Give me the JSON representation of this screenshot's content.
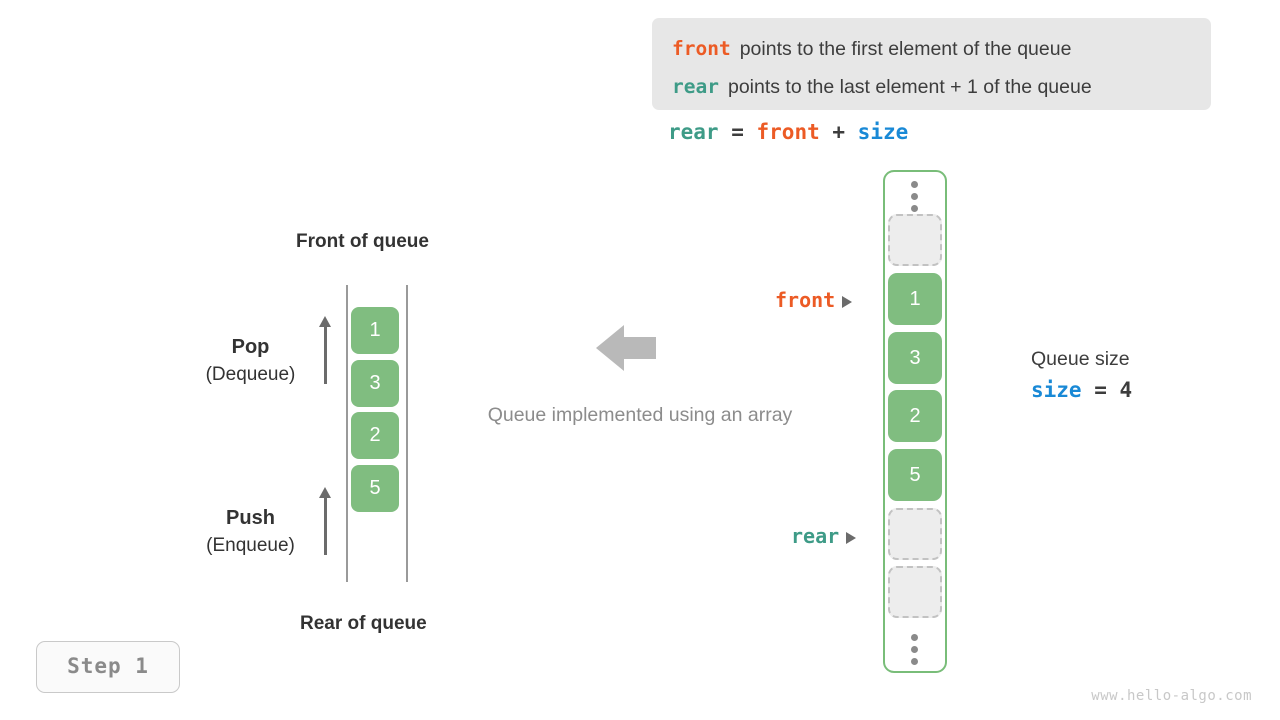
{
  "legend": {
    "lines": [
      {
        "keyword": "front",
        "text": "points to the first element of the queue"
      },
      {
        "keyword": "rear",
        "text": "points to the last element + 1 of the queue"
      }
    ]
  },
  "formula": {
    "rear": "rear",
    "equals": " = ",
    "front": "front",
    "plus": " + ",
    "size": "size"
  },
  "left_queue": {
    "top_label": "Front of queue",
    "bottom_label": "Rear of queue",
    "cells": [
      "1",
      "3",
      "2",
      "5"
    ],
    "pop": {
      "title": "Pop",
      "subtitle": "(Dequeue)"
    },
    "push": {
      "title": "Push",
      "subtitle": "(Enqueue)"
    }
  },
  "middle": {
    "caption": "Queue implemented using an array",
    "arrow_icon": "arrow-left-icon"
  },
  "array_view": {
    "top_ellipsis": "vertical-ellipsis-icon",
    "bottom_ellipsis": "vertical-ellipsis-icon",
    "cells": [
      {
        "value": "",
        "state": "empty"
      },
      {
        "value": "1",
        "state": "filled"
      },
      {
        "value": "3",
        "state": "filled"
      },
      {
        "value": "2",
        "state": "filled"
      },
      {
        "value": "5",
        "state": "filled"
      },
      {
        "value": "",
        "state": "empty"
      },
      {
        "value": "",
        "state": "empty"
      }
    ],
    "pointers": {
      "front": "front",
      "rear": "rear"
    }
  },
  "size_note": {
    "title": "Queue size",
    "expression_var": "size",
    "expression_rest": " = 4"
  },
  "step_badge": "Step 1",
  "watermark": "www.hello-algo.com",
  "colors": {
    "front": "#ec5b25",
    "rear": "#3e9b87",
    "size": "#1989d6",
    "cell_fill": "#80bd80",
    "frame_border": "#79bd79",
    "legend_bg": "#e7e7e7",
    "muted_text": "#8c8c8c"
  }
}
